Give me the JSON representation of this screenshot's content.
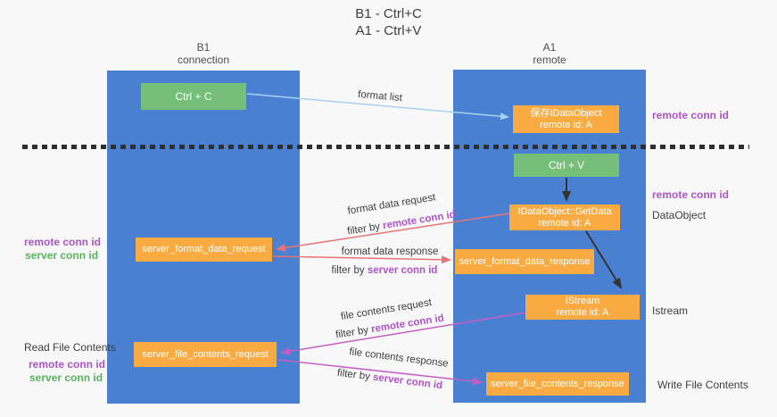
{
  "title": {
    "line1": "B1 - Ctrl+C",
    "line2": "A1 - Ctrl+V"
  },
  "columns": {
    "left": {
      "title": "B1",
      "subtitle": "connection"
    },
    "right": {
      "title": "A1",
      "subtitle": "remote"
    }
  },
  "boxes": {
    "ctrl_c": {
      "label": "Ctrl + C"
    },
    "saved_dataobject": {
      "line1": "保存IDataObject",
      "line2": "remote id: A"
    },
    "ctrl_v": {
      "label": "Ctrl + V"
    },
    "getdata": {
      "line1": "IDataObject::GetData",
      "line2": "remote id: A"
    },
    "format_request": {
      "label": "server_format_data_request"
    },
    "format_response": {
      "label": "server_format_data_response"
    },
    "istream": {
      "line1": "IStream",
      "line2": "remote id: A"
    },
    "file_request": {
      "label": "server_file_contents_request"
    },
    "file_response": {
      "label": "server_file_contents_response"
    }
  },
  "flow_labels": {
    "format_list": "format list",
    "format_data_request": "format data request",
    "filter_request_1": {
      "prefix": "filter by ",
      "key": "remote conn id"
    },
    "format_data_response": "format data response",
    "filter_response_1": {
      "prefix": "filter by ",
      "key": "server conn id"
    },
    "file_contents_request": "file contents request",
    "filter_request_2": {
      "prefix": "filter by ",
      "key": "remote conn id"
    },
    "file_contents_response": "file contents response",
    "filter_response_2": {
      "prefix": "filter by ",
      "key": "server conn id"
    }
  },
  "side_labels": {
    "right_remote_conn_top": "remote conn id",
    "right_remote_conn_mid": "remote conn id",
    "dataobject": "DataObject",
    "istream": "Istream",
    "write_file_contents": "Write File Contents",
    "left_remote_conn_1": "remote conn id",
    "left_server_conn_1": "server conn id",
    "read_file_contents": "Read File Contents",
    "left_remote_conn_2": "remote conn id",
    "left_server_conn_2": "server conn id"
  },
  "colors": {
    "background": "#f8f8f8",
    "column_blue": "#4a80d2",
    "box_green": "#74c078",
    "box_orange": "#f9ab42",
    "arrow_light_blue": "#a6d2f0",
    "arrow_red": "#e77474",
    "arrow_magenta": "#c45ec4",
    "arrow_black": "#333333",
    "label_purple": "#ae54c8",
    "label_green": "#56b45c",
    "dashed_line": "#2e2e2e"
  }
}
